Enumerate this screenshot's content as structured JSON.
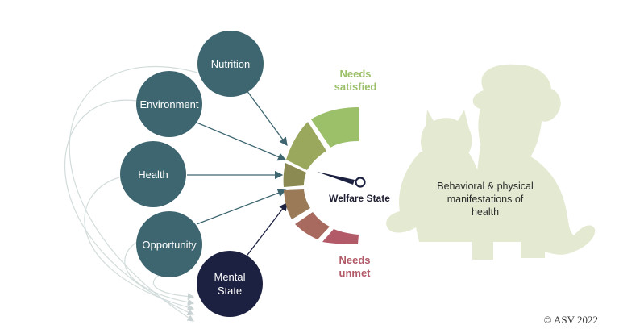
{
  "nodes": {
    "nutrition": "Nutrition",
    "environment": "Environment",
    "health": "Health",
    "opportunity": "Opportunity",
    "mental_state_line1": "Mental",
    "mental_state_line2": "State"
  },
  "gauge": {
    "top_label_line1": "Needs",
    "top_label_line2": "satisfied",
    "bottom_label_line1": "Needs",
    "bottom_label_line2": "unmet",
    "center_label": "Welfare State"
  },
  "animal": {
    "text_line1": "Behavioral & physical",
    "text_line2": "manifestations of",
    "text_line3": "health"
  },
  "copyright": "© ASV 2022",
  "colors": {
    "node": "#3e6670",
    "mental_node": "#1c2141",
    "satisfied": "#9cc06a",
    "unmet": "#b25a68",
    "silhouette": "#e4ead2"
  }
}
